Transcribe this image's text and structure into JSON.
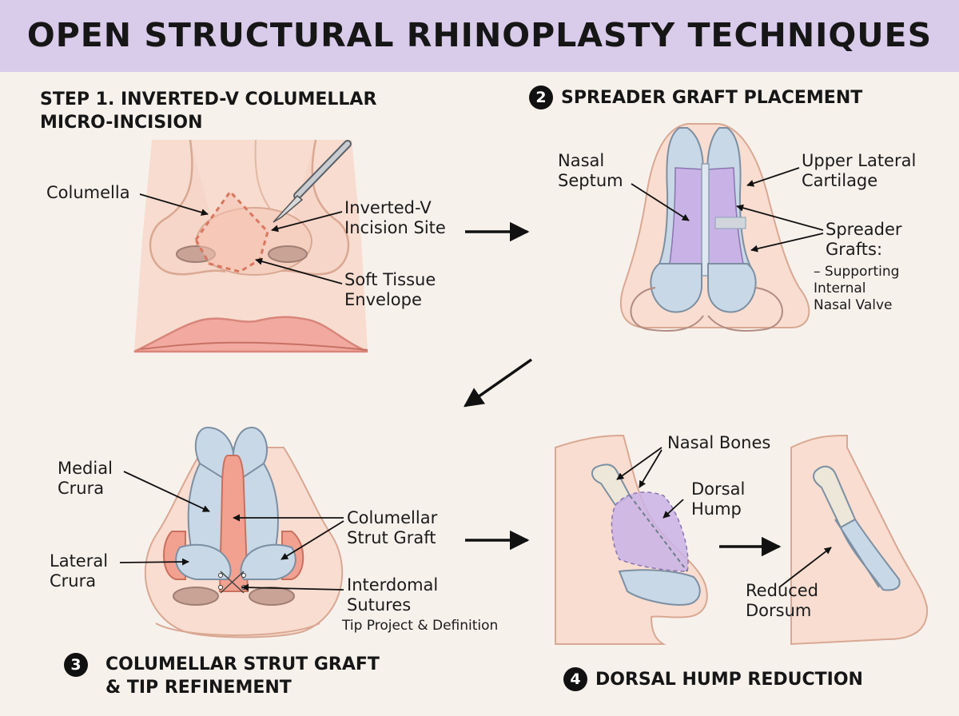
{
  "title": "OPEN STRUCTURAL RHINOPLASTY TECHNIQUES",
  "colors": {
    "banner": "#d9cbea",
    "background": "#f7f1ec",
    "skin": "#f6d9cc",
    "cartilage": "#c8d8e6",
    "septum": "#c9b3e6",
    "strut": "#f2a190",
    "bone": "#ece7d8",
    "incision": "#d9765e"
  },
  "steps": [
    {
      "number": "",
      "heading": "STEP 1.  INVERTED-V COLUMELLAR\nMICRO-INCISION",
      "labels": {
        "columella": "Columella",
        "incision_site": "Inverted-V\nIncision Site",
        "soft_tissue": "Soft Tissue\nEnvelope"
      }
    },
    {
      "number": "2",
      "heading": "SPREADER GRAFT PLACEMENT",
      "labels": {
        "septum": "Nasal\nSeptum",
        "upper_lateral": "Upper Lateral\nCartilage",
        "spreader_grafts": "Spreader\nGrafts:",
        "spreader_note": "– Supporting\nInternal\nNasal Valve"
      }
    },
    {
      "number": "3",
      "heading": "COLUMELLAR STRUT GRAFT\n& TIP REFINEMENT",
      "labels": {
        "medial_crura": "Medial\nCrura",
        "lateral_crura": "Lateral\nCrura",
        "strut_graft": "Columellar\nStrut Graft",
        "sutures": "Interdomal\nSutures",
        "sutures_note": "Tip Project & Definition"
      }
    },
    {
      "number": "4",
      "heading": "DORSAL HUMP REDUCTION",
      "labels": {
        "nasal_bones": "Nasal Bones",
        "dorsal_hump": "Dorsal\nHump",
        "reduced_dorsum": "Reduced\nDorsum"
      }
    }
  ],
  "icons": [
    "scalpel-icon",
    "flow-arrow-icon"
  ]
}
